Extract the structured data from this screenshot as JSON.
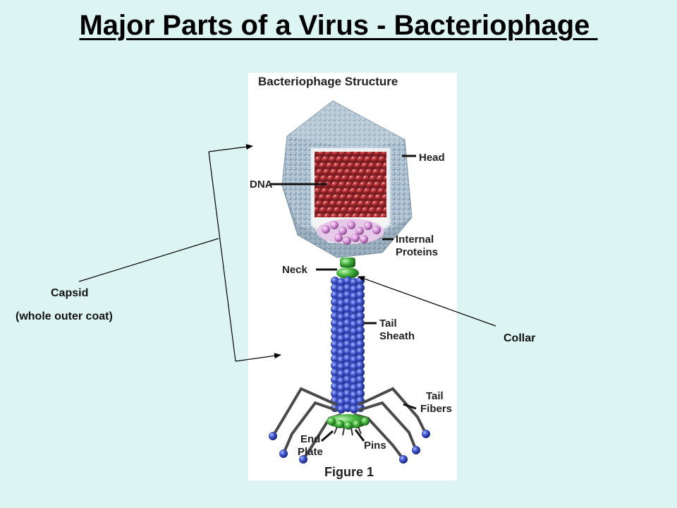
{
  "slide": {
    "title": "Major Parts of a Virus - Bacteriophage "
  },
  "figure": {
    "heading": "Bacteriophage Structure",
    "caption": "Figure 1",
    "labels": {
      "head": "Head",
      "dna": "DNA",
      "internal_proteins_1": "Internal",
      "internal_proteins_2": "Proteins",
      "neck": "Neck",
      "tail_sheath_1": "Tail",
      "tail_sheath_2": "Sheath",
      "tail_fibers_1": "Tail",
      "tail_fibers_2": "Fibers",
      "end_plate_1": "End",
      "end_plate_2": "Plate",
      "pins": "Pins"
    },
    "colors": {
      "capsid": "#9fb6c6",
      "dna": "#b5343a",
      "internal_proteins": "#d79ad8",
      "collar": "#4fbf48",
      "tail_sheath": "#3f56c8",
      "tail_fibers": "#4a4a4a",
      "fiber_tips": "#4058c8"
    }
  },
  "annotations": {
    "capsid": "Capsid",
    "capsid_sub": "(whole outer coat)",
    "collar": "Collar"
  }
}
